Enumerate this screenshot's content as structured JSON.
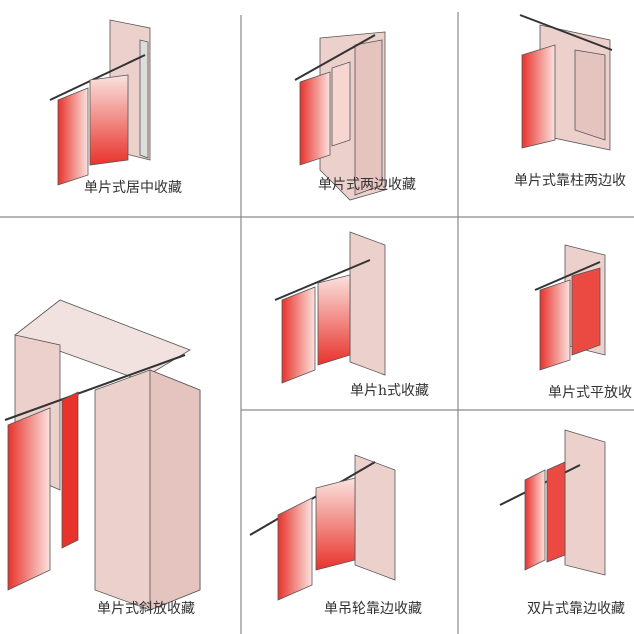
{
  "cells": [
    {
      "label": "单片式居中收藏"
    },
    {
      "label": "单片式两边收藏"
    },
    {
      "label": "单片式靠柱两边收"
    },
    {
      "label": "单片式斜放收藏"
    },
    {
      "label": "单片h式收藏"
    },
    {
      "label": "单片式平放收"
    },
    {
      "label": "单吊轮靠边收藏"
    },
    {
      "label": "双片式靠边收藏"
    }
  ],
  "colors": {
    "panel_red": "#e8322b",
    "panel_light": "#f8dcd8",
    "wall": "#ecd0cc",
    "grid": "#8a8a8a"
  }
}
